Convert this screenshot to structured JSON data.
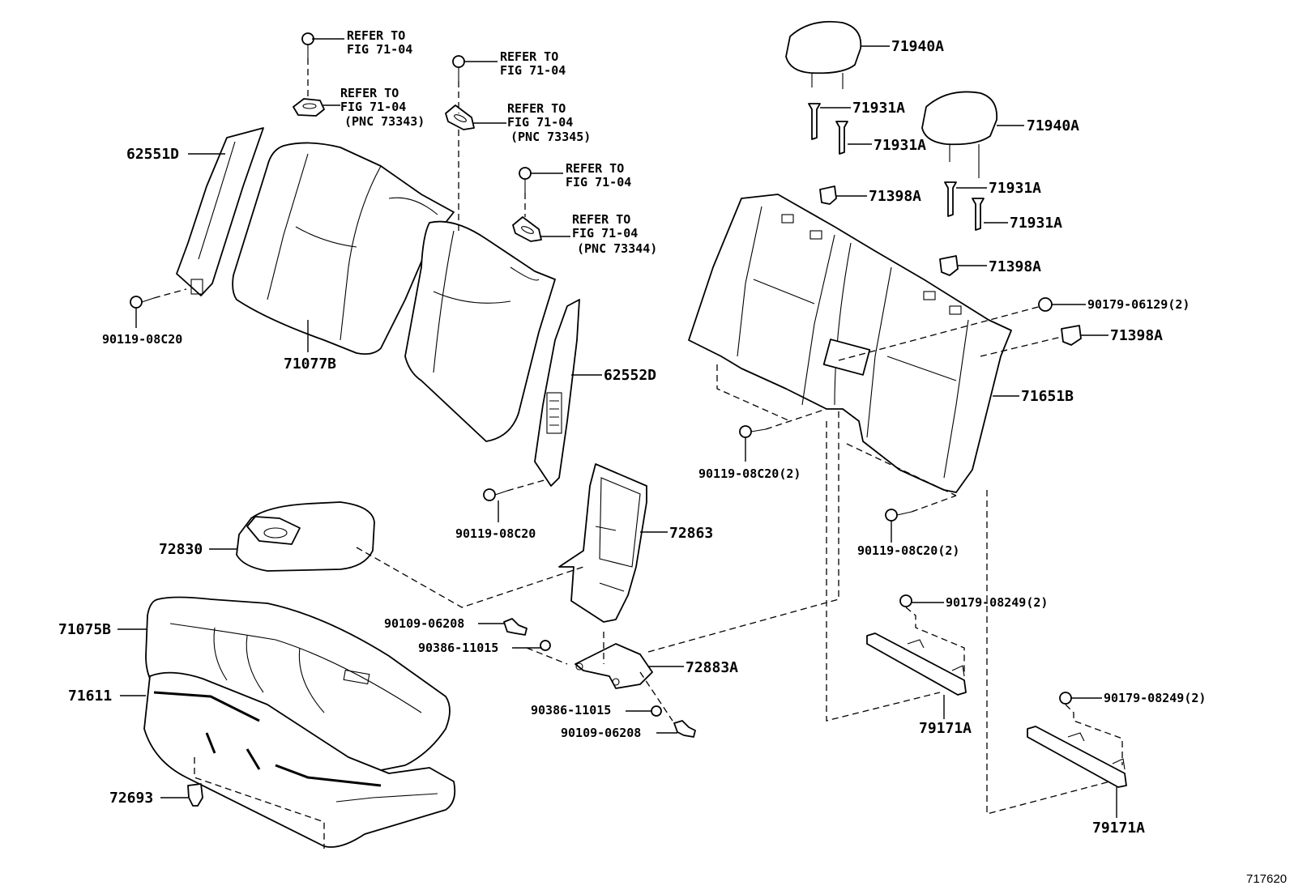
{
  "labels": {
    "refer_to": "REFER TO",
    "fig": "FIG 71-04",
    "pnc_73343": "(PNC 73343)",
    "pnc_73345": "(PNC 73345)",
    "pnc_73344": "(PNC 73344)",
    "p62551D": "62551D",
    "p90119_08C20": "90119-08C20",
    "p71077B": "71077B",
    "p62552D": "62552D",
    "p72830": "72830",
    "p72863": "72863",
    "p71075B": "71075B",
    "p71611": "71611",
    "p72693": "72693",
    "p90109_06208": "90109-06208",
    "p90386_11015": "90386-11015",
    "p72883A": "72883A",
    "p71940A": "71940A",
    "p71931A": "71931A",
    "p71398A": "71398A",
    "p90179_06129_2": "90179-06129(2)",
    "p71651B": "71651B",
    "p90119_08C20_2": "90119-08C20(2)",
    "p90179_08249_2": "90179-08249(2)",
    "p79171A": "79171A",
    "figure_number": "717620"
  },
  "colors": {
    "line": "#000000",
    "background": "#ffffff"
  }
}
